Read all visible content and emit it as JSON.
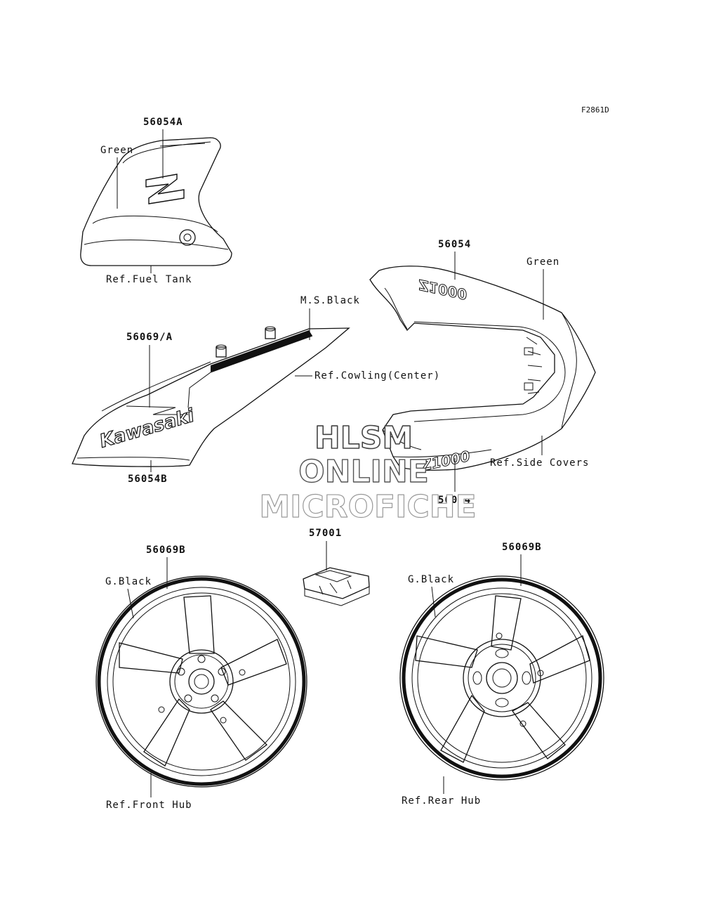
{
  "figure_id": "F2861D",
  "labels": {
    "p56054A": "56054A",
    "green_tank": "Green",
    "ref_fuel_tank": "Ref.Fuel Tank",
    "ms_black": "M.S.Black",
    "p56069A": "56069/A",
    "ref_cowling": "Ref.Cowling(Center)",
    "p56054B": "56054B",
    "kawasaki_decal": "Kawasaki",
    "p56054_top": "56054",
    "green_tail": "Green",
    "ref_side_covers": "Ref.Side Covers",
    "p56054_bottom": "56054",
    "z1000_top": "Z1000",
    "z1000_bottom": "Z1000",
    "p57001": "57001",
    "p56069B_left": "56069B",
    "gblack_left": "G.Black",
    "ref_front_hub": "Ref.Front Hub",
    "p56069B_right": "56069B",
    "gblack_right": "G.Black",
    "ref_rear_hub": "Ref.Rear Hub"
  },
  "watermark": {
    "line1": "HLSM",
    "line2": "ONLINE",
    "line3": "MICROFICHE"
  }
}
